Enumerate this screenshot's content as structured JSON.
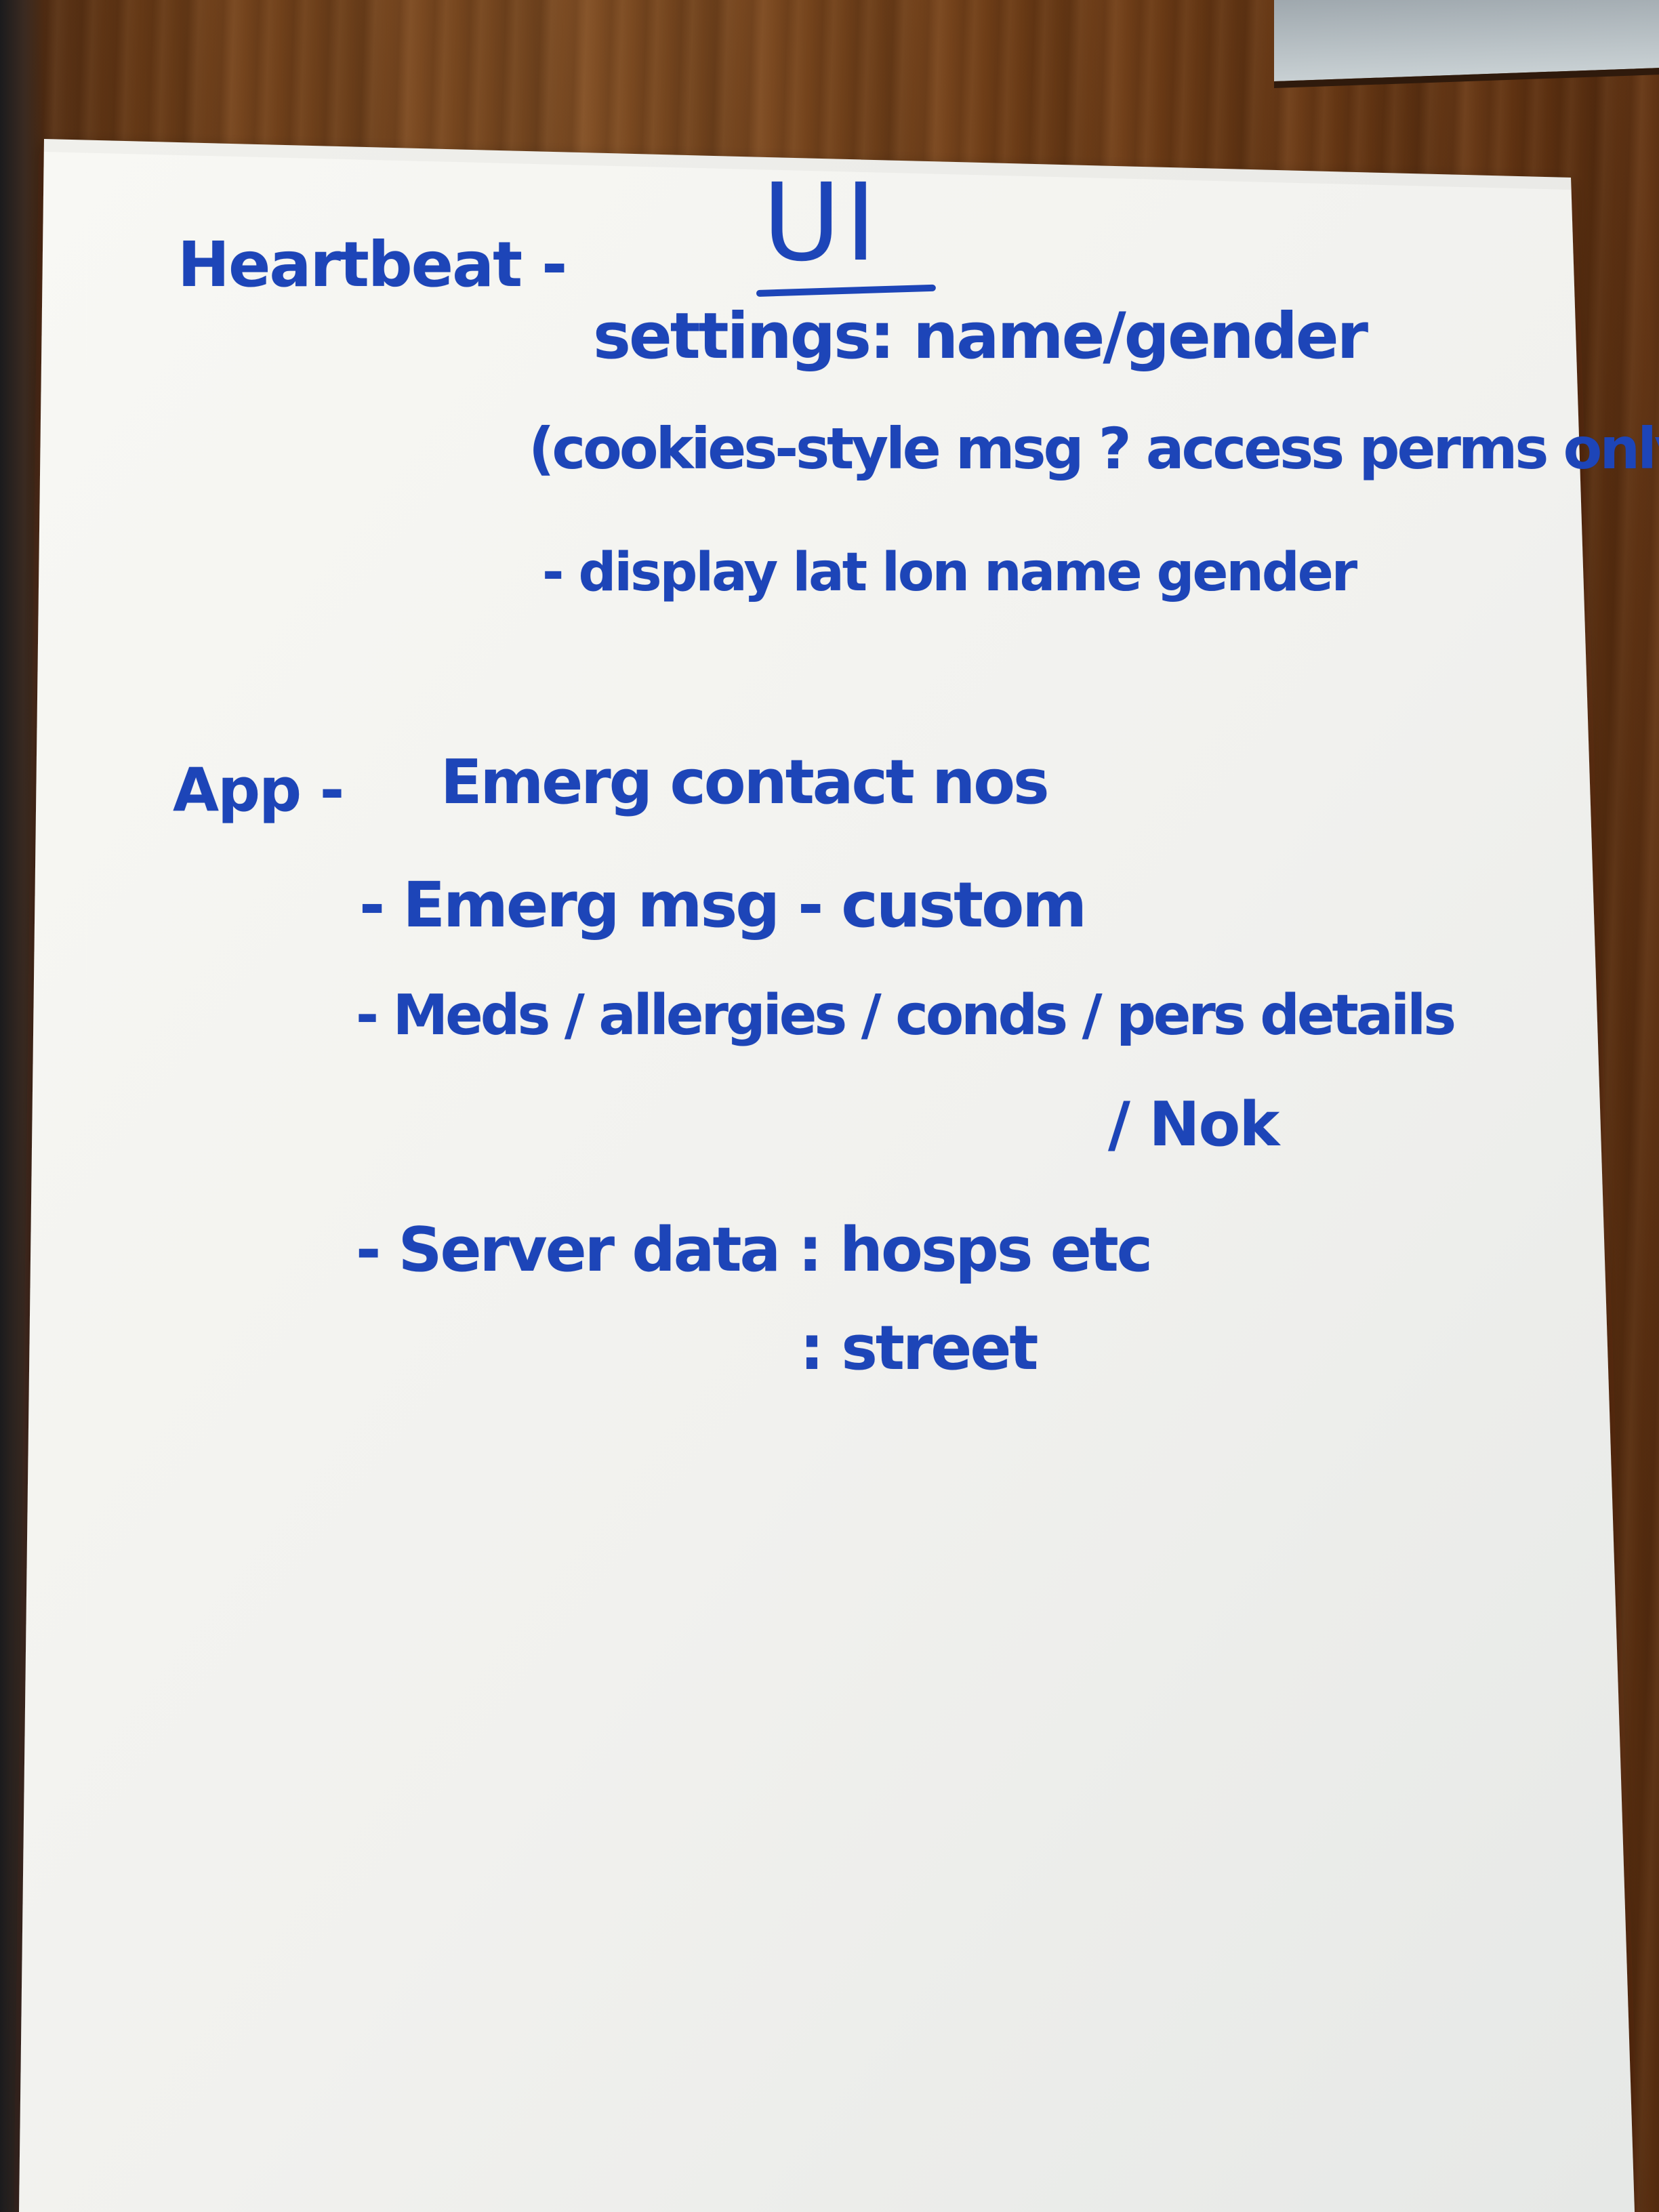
{
  "notes": {
    "title": "UI",
    "heartbeat_label": "Heartbeat -",
    "heartbeat_settings": "settings: name/gender",
    "heartbeat_cookies": "(cookies-style msg ? access perms only)",
    "heartbeat_display": "- display lat lon name gender",
    "app_label": "App -",
    "app_emerg_contact": "Emerg contact nos",
    "app_emerg_msg": "- Emerg msg - custom",
    "app_details": "- Meds / allergies / conds / pers details",
    "app_nok": "/ Nok",
    "app_server_data": "- Server data : hosps etc",
    "app_street": ": street"
  },
  "colors": {
    "ink": "#1d45b8",
    "paper": "#f7f7f3",
    "wood": "#6b3c17"
  }
}
